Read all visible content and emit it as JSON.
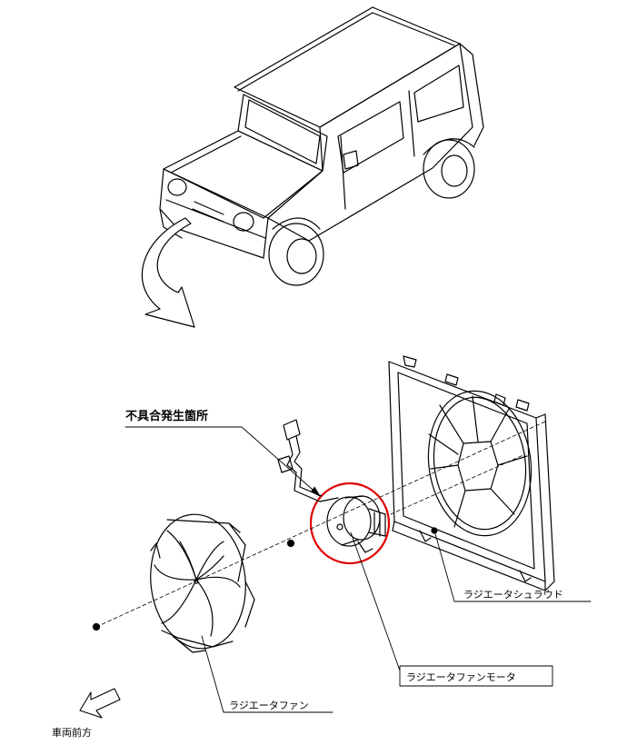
{
  "labels": {
    "defect_location": "不具合発生箇所",
    "radiator_shroud": "ラジエータシュラウド",
    "radiator_fan_motor": "ラジエータファンモータ",
    "radiator_fan": "ラジエータファン",
    "vehicle_front": "車両前方"
  },
  "colors": {
    "line": "#000000",
    "highlight": "#e00000",
    "background": "#ffffff"
  }
}
